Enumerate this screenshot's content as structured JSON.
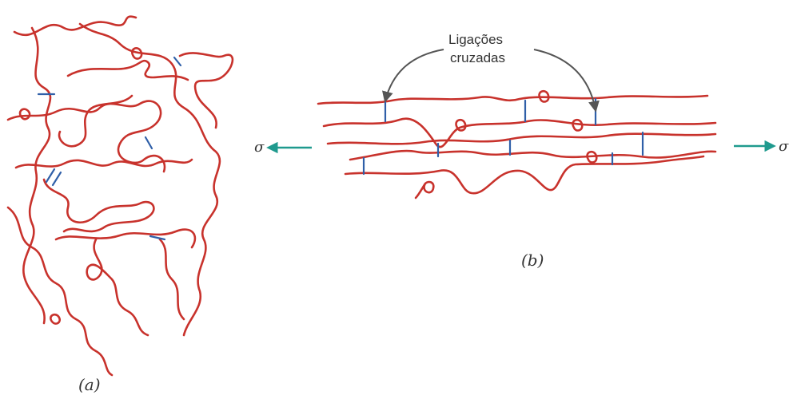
{
  "callout": {
    "line1": "Ligações",
    "line2": "cruzadas"
  },
  "panel_a": {
    "label": "(a)"
  },
  "panel_b": {
    "label": "(b)"
  },
  "stress": {
    "left_symbol": "σ",
    "right_symbol": "σ"
  },
  "colors": {
    "chain": "#c8322c",
    "crosslink": "#2f5fa8",
    "stress_arrow": "#1f9a8e",
    "callout_arrow": "#555555"
  }
}
